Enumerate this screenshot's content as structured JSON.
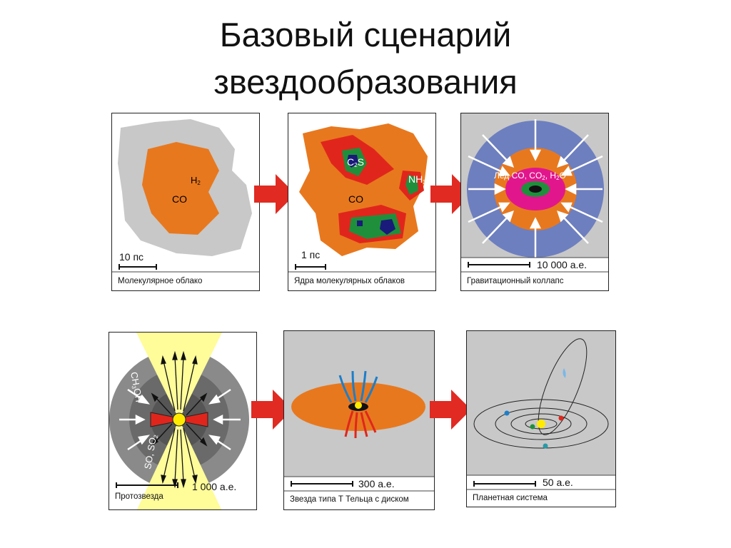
{
  "title_line1": "Базовый сценарий",
  "title_line2": "звездообразования",
  "panels": {
    "cloud": {
      "caption": "Молекулярное облако",
      "scale": "10 пс",
      "label_h": "H",
      "label_h_sub": "2",
      "label_co": "CO"
    },
    "cores": {
      "caption": "Ядра молекулярных облаков",
      "scale": "1 пс",
      "label_cs": "C",
      "label_cs_sub": "2",
      "label_cs_tail": "S",
      "label_nh": "NH",
      "label_nh_sub": "3",
      "label_co": "CO"
    },
    "collapse": {
      "caption": "Гравитационный коллапс",
      "scale": "10 000 а.е.",
      "ice_prefix": "Лед CO, CO",
      "ice_sub1": "2",
      "ice_mid": ", H",
      "ice_sub2": "2",
      "ice_tail": "O"
    },
    "protostar": {
      "caption": "Протозвезда",
      "scale": "1 000 а.е.",
      "label_ch": "CH",
      "label_ch_sub": "3",
      "label_ch_tail": "OH",
      "label_so": "SO, SO",
      "label_so_sub": "2"
    },
    "ttauri": {
      "caption": "Звезда типа Т Тельца с диском",
      "scale": "300 а.е."
    },
    "planetary": {
      "caption": "Планетная система",
      "scale": "50 а.е."
    }
  },
  "colors": {
    "orange": "#e8781e",
    "red": "#e0261c",
    "green": "#1f8f3c",
    "navy": "#1a1a7a",
    "gray": "#c8c8c8",
    "blue": "#6d7fbf",
    "magenta": "#e2168c",
    "yellow": "#fffc9a",
    "arrow_red": "#e02a22"
  }
}
